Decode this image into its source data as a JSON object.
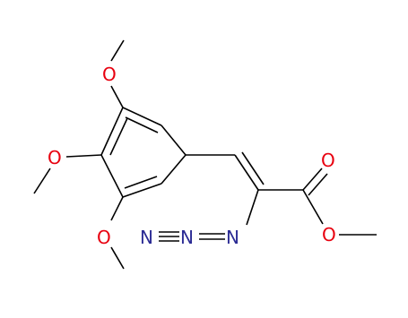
{
  "colors": {
    "background": "#ffffff",
    "bond": "#000000",
    "oxygen": "#e8000f",
    "nitrogen": "#2b2b94"
  },
  "atoms": {
    "o_top": "O",
    "o_mid": "O",
    "o_bottom": "O",
    "o_carbonyl": "O",
    "o_ester": "O",
    "n1": "N",
    "n2": "N",
    "n3": "N"
  }
}
